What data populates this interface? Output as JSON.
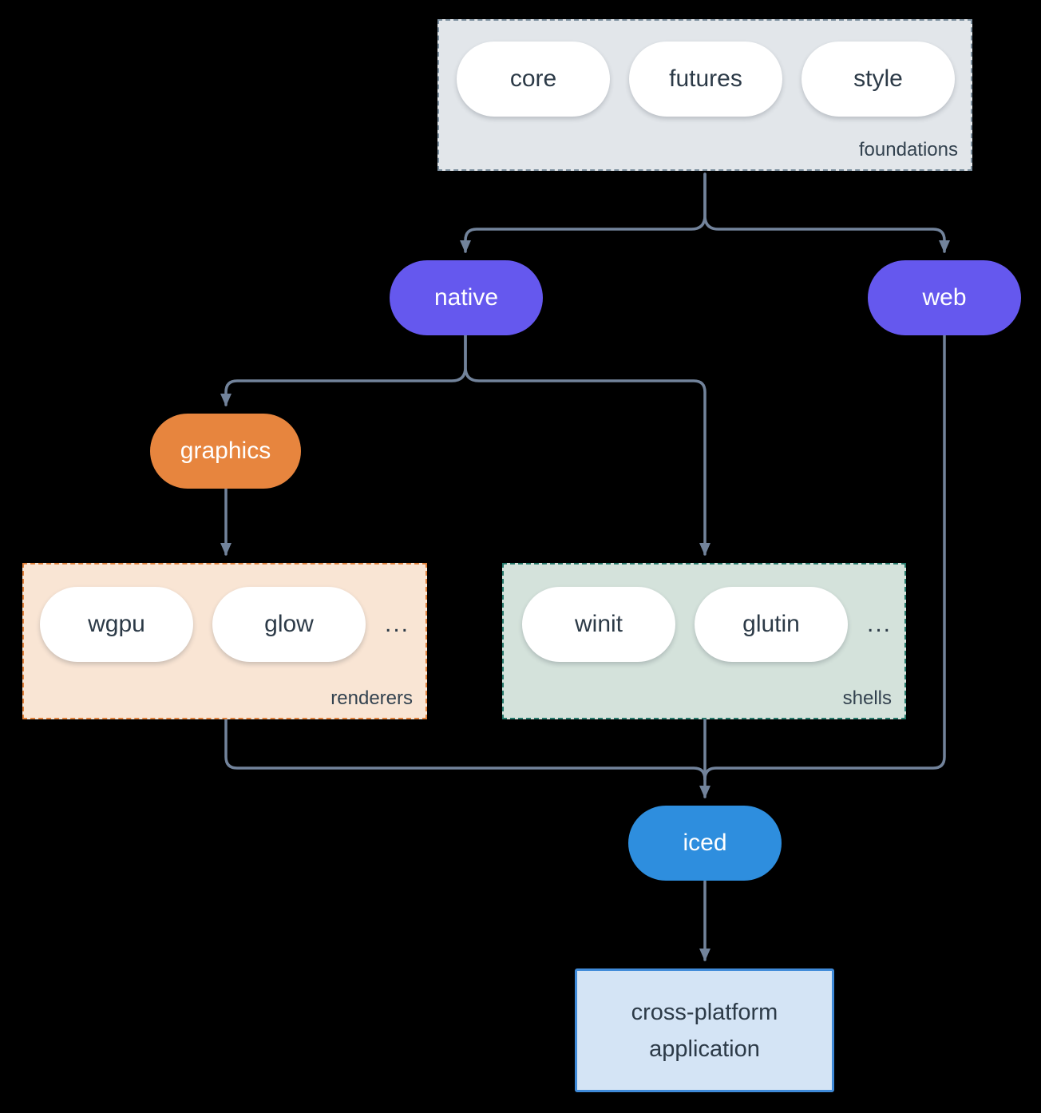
{
  "diagram": {
    "background_color": "#000000",
    "edge_color": "#72839b",
    "groups": {
      "foundations": {
        "label": "foundations",
        "pills": [
          "core",
          "futures",
          "style"
        ],
        "fill": "#e2e6ea",
        "border_color": "#7e91a0",
        "border_style": "dashed"
      },
      "renderers": {
        "label": "renderers",
        "pills": [
          "wgpu",
          "glow"
        ],
        "ellipsis": "...",
        "fill": "#f9e5d4",
        "border_color": "#e0813c",
        "border_style": "dashed"
      },
      "shells": {
        "label": "shells",
        "pills": [
          "winit",
          "glutin"
        ],
        "ellipsis": "...",
        "fill": "#d4e2db",
        "border_color": "#26796b",
        "border_style": "dashed"
      }
    },
    "nodes": {
      "native": {
        "label": "native",
        "fill": "#6558ee",
        "text_color": "#ffffff"
      },
      "web": {
        "label": "web",
        "fill": "#6558ee",
        "text_color": "#ffffff"
      },
      "graphics": {
        "label": "graphics",
        "fill": "#e7853e",
        "text_color": "#ffffff"
      },
      "iced": {
        "label": "iced",
        "fill": "#2e8ede",
        "text_color": "#ffffff"
      }
    },
    "app": {
      "line1": "cross-platform",
      "line2": "application",
      "fill": "#d4e4f5",
      "border_color": "#3f8ad8",
      "text_color": "#2c3a47"
    },
    "edges": [
      "foundations->native",
      "foundations->web",
      "native->graphics",
      "native->shells",
      "graphics->renderers",
      "renderers->iced",
      "shells->iced",
      "web->iced",
      "iced->cross-platform-application"
    ]
  }
}
